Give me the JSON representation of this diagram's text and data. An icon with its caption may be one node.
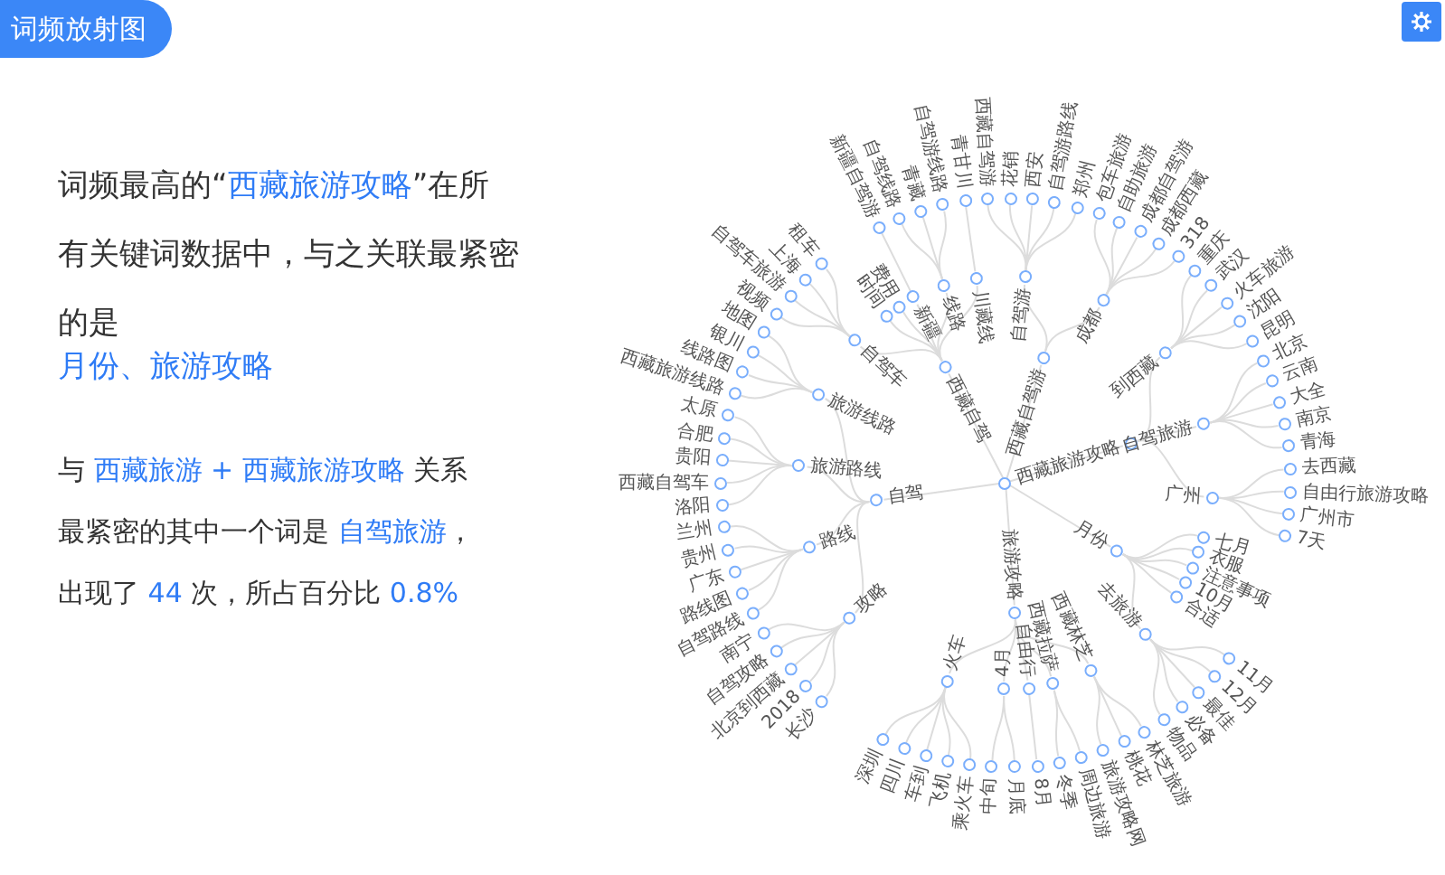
{
  "diagram": {
    "title": "词频放射图",
    "nodes": [
      {
        "text": [],
        "shape": "circle"
      },
      {
        "text": [
          "自驾"
        ]
      },
      {
        "text": [
          "攻略"
        ]
      },
      {
        "text": [
          "长沙"
        ]
      },
      {
        "text": [
          "2018"
        ]
      },
      {
        "text": [
          "北京到西藏"
        ]
      },
      {
        "text": [
          "自驾攻略"
        ]
      },
      {
        "text": [
          "南宁"
        ]
      },
      {
        "text": [
          "路线"
        ]
      },
      {
        "text": [
          "自驾路线"
        ]
      },
      {
        "text": [
          "路线图"
        ]
      },
      {
        "text": [
          "广东"
        ]
      },
      {
        "text": [
          "贵州"
        ]
      },
      {
        "text": [
          "兰州"
        ]
      },
      {
        "text": [
          "旅游路线"
        ]
      },
      {
        "text": [
          "洛阳"
        ]
      },
      {
        "text": [
          "西藏自驾车"
        ]
      },
      {
        "text": [
          "贵阳"
        ]
      },
      {
        "text": [
          "合肥"
        ]
      },
      {
        "text": [
          "太原"
        ]
      },
      {
        "text": [
          "旅游线路"
        ]
      },
      {
        "text": [
          "西藏旅游线路"
        ]
      },
      {
        "text": [
          "线路图"
        ]
      },
      {
        "text": [
          "银川"
        ]
      },
      {
        "text": [
          "地图"
        ]
      },
      {
        "text": [
          "西藏自驾"
        ]
      },
      {
        "text": [
          "自驾车"
        ]
      },
      {
        "text": [
          "视频"
        ]
      },
      {
        "text": [
          "自驾车旅游"
        ]
      },
      {
        "text": [
          "上海"
        ]
      },
      {
        "text": [
          "租车"
        ]
      },
      {
        "text": [
          "时间"
        ]
      },
      {
        "text": [
          "费用"
        ]
      },
      {
        "text": [
          "新疆"
        ]
      },
      {
        "text": [
          "新疆自驾游"
        ]
      },
      {
        "text": [
          "线路"
        ]
      },
      {
        "text": [
          "自驾线路"
        ]
      },
      {
        "text": [
          "青藏"
        ]
      },
      {
        "text": [
          "自驾游线路"
        ]
      },
      {
        "text": [
          "川藏线"
        ]
      },
      {
        "text": [
          "青甘川"
        ]
      },
      {
        "text": [
          "西藏自驾游"
        ]
      },
      {
        "text": [
          "自驾游"
        ]
      },
      {
        "text": [
          "西藏自驾游"
        ]
      },
      {
        "text": [
          "花销"
        ]
      },
      {
        "text": [
          "西安"
        ]
      },
      {
        "text": [
          "自驾游路线"
        ]
      },
      {
        "text": [
          "郑州"
        ]
      },
      {
        "text": [
          "成都"
        ]
      },
      {
        "text": [
          "包车旅游"
        ]
      },
      {
        "text": [
          "自助旅游"
        ]
      },
      {
        "text": [
          "成都自驾游"
        ]
      },
      {
        "text": [
          "成都西藏"
        ]
      },
      {
        "text": [
          "318"
        ]
      },
      {
        "text": [
          "西藏旅游攻略"
        ]
      },
      {
        "text": [
          "到西藏"
        ]
      },
      {
        "text": [
          "重庆"
        ]
      },
      {
        "text": [
          "武汉"
        ]
      },
      {
        "text": [
          "火车旅游"
        ]
      },
      {
        "text": [
          "沈阳"
        ]
      },
      {
        "text": [
          "昆明"
        ]
      },
      {
        "text": [
          "自驾旅游"
        ]
      },
      {
        "text": [
          "北京"
        ]
      },
      {
        "text": [
          "云南"
        ]
      },
      {
        "text": [
          "大全"
        ]
      },
      {
        "text": [
          "南京"
        ]
      },
      {
        "text": [
          "青海"
        ]
      },
      {
        "text": [
          "广州"
        ]
      },
      {
        "text": [
          "去西藏"
        ]
      },
      {
        "text": [
          "自由行旅游攻略"
        ]
      },
      {
        "text": [
          "广州市"
        ]
      },
      {
        "text": [
          "7天"
        ]
      },
      {
        "text": [
          "月份"
        ]
      },
      {
        "text": [
          "七月"
        ]
      },
      {
        "text": [
          "衣服"
        ]
      },
      {
        "text": [
          "注意事项"
        ]
      },
      {
        "text": [
          "10月"
        ]
      },
      {
        "text": [
          "合适"
        ]
      },
      {
        "text": [
          "去旅游"
        ]
      },
      {
        "text": [
          "11月"
        ]
      },
      {
        "text": [
          "12月"
        ]
      },
      {
        "text": [
          "最佳"
        ]
      },
      {
        "text": [
          "必备"
        ]
      },
      {
        "text": [
          "物品"
        ]
      },
      {
        "text": [
          "旅游攻略"
        ]
      },
      {
        "text": [
          "西藏林芝"
        ]
      },
      {
        "text": [
          "林芝旅游"
        ]
      },
      {
        "text": [
          "桃花"
        ]
      },
      {
        "text": [
          "旅游攻略网"
        ]
      },
      {
        "text": [
          "西藏拉萨"
        ]
      },
      {
        "text": [
          "周边旅游"
        ]
      },
      {
        "text": [
          "冬季"
        ]
      },
      {
        "text": [
          "自由行"
        ]
      },
      {
        "text": [
          "8月"
        ]
      },
      {
        "text": [
          "4月"
        ]
      },
      {
        "text": [
          "月底"
        ]
      },
      {
        "text": [
          "中旬"
        ]
      },
      {
        "text": [
          "火车"
        ]
      },
      {
        "text": [
          "乘火车"
        ]
      },
      {
        "text": [
          "飞机"
        ]
      },
      {
        "text": [
          "车到"
        ]
      },
      {
        "text": [
          "四川"
        ]
      },
      {
        "text": [
          "深圳"
        ]
      }
    ],
    "edges": [
      {
        "from": 0,
        "to": 1,
        "arrow": "none"
      },
      {
        "from": 1,
        "to": 2,
        "arrow": "none"
      },
      {
        "from": 2,
        "to": 3,
        "arrow": "none"
      },
      {
        "from": 2,
        "to": 4,
        "arrow": "none"
      },
      {
        "from": 2,
        "to": 5,
        "arrow": "none"
      },
      {
        "from": 2,
        "to": 6,
        "arrow": "none"
      },
      {
        "from": 2,
        "to": 7,
        "arrow": "none"
      },
      {
        "from": 1,
        "to": 8,
        "arrow": "none"
      },
      {
        "from": 8,
        "to": 9,
        "arrow": "none"
      },
      {
        "from": 8,
        "to": 10,
        "arrow": "none"
      },
      {
        "from": 8,
        "to": 11,
        "arrow": "none"
      },
      {
        "from": 8,
        "to": 12,
        "arrow": "none"
      },
      {
        "from": 8,
        "to": 13,
        "arrow": "none"
      },
      {
        "from": 1,
        "to": 14,
        "arrow": "none"
      },
      {
        "from": 14,
        "to": 15,
        "arrow": "none"
      },
      {
        "from": 14,
        "to": 16,
        "arrow": "none"
      },
      {
        "from": 14,
        "to": 17,
        "arrow": "none"
      },
      {
        "from": 14,
        "to": 18,
        "arrow": "none"
      },
      {
        "from": 14,
        "to": 19,
        "arrow": "none"
      },
      {
        "from": 1,
        "to": 20,
        "arrow": "none"
      },
      {
        "from": 20,
        "to": 21,
        "arrow": "none"
      },
      {
        "from": 20,
        "to": 22,
        "arrow": "none"
      },
      {
        "from": 20,
        "to": 23,
        "arrow": "none"
      },
      {
        "from": 20,
        "to": 24,
        "arrow": "none"
      },
      {
        "from": 0,
        "to": 25,
        "arrow": "none"
      },
      {
        "from": 25,
        "to": 26,
        "arrow": "none"
      },
      {
        "from": 26,
        "to": 27,
        "arrow": "none"
      },
      {
        "from": 26,
        "to": 28,
        "arrow": "none"
      },
      {
        "from": 26,
        "to": 29,
        "arrow": "none"
      },
      {
        "from": 26,
        "to": 30,
        "arrow": "none"
      },
      {
        "from": 25,
        "to": 31,
        "arrow": "none"
      },
      {
        "from": 25,
        "to": 32,
        "arrow": "none"
      },
      {
        "from": 25,
        "to": 33,
        "arrow": "none"
      },
      {
        "from": 33,
        "to": 34,
        "arrow": "none"
      },
      {
        "from": 25,
        "to": 35,
        "arrow": "none"
      },
      {
        "from": 35,
        "to": 36,
        "arrow": "none"
      },
      {
        "from": 35,
        "to": 37,
        "arrow": "none"
      },
      {
        "from": 35,
        "to": 38,
        "arrow": "none"
      },
      {
        "from": 25,
        "to": 39,
        "arrow": "none"
      },
      {
        "from": 39,
        "to": 40,
        "arrow": "none"
      },
      {
        "from": 0,
        "to": 41,
        "arrow": "none"
      },
      {
        "from": 41,
        "to": 42,
        "arrow": "none"
      },
      {
        "from": 42,
        "to": 43,
        "arrow": "none"
      },
      {
        "from": 42,
        "to": 44,
        "arrow": "none"
      },
      {
        "from": 42,
        "to": 45,
        "arrow": "none"
      },
      {
        "from": 42,
        "to": 46,
        "arrow": "none"
      },
      {
        "from": 42,
        "to": 47,
        "arrow": "none"
      },
      {
        "from": 41,
        "to": 48,
        "arrow": "none"
      },
      {
        "from": 48,
        "to": 49,
        "arrow": "none"
      },
      {
        "from": 48,
        "to": 50,
        "arrow": "none"
      },
      {
        "from": 48,
        "to": 51,
        "arrow": "none"
      },
      {
        "from": 48,
        "to": 52,
        "arrow": "none"
      },
      {
        "from": 48,
        "to": 53,
        "arrow": "none"
      },
      {
        "from": 0,
        "to": 54,
        "arrow": "none"
      },
      {
        "from": 54,
        "to": 55,
        "arrow": "none"
      },
      {
        "from": 55,
        "to": 56,
        "arrow": "none"
      },
      {
        "from": 55,
        "to": 57,
        "arrow": "none"
      },
      {
        "from": 55,
        "to": 58,
        "arrow": "none"
      },
      {
        "from": 55,
        "to": 59,
        "arrow": "none"
      },
      {
        "from": 55,
        "to": 60,
        "arrow": "none"
      },
      {
        "from": 54,
        "to": 61,
        "arrow": "none"
      },
      {
        "from": 61,
        "to": 62,
        "arrow": "none"
      },
      {
        "from": 61,
        "to": 63,
        "arrow": "none"
      },
      {
        "from": 61,
        "to": 64,
        "arrow": "none"
      },
      {
        "from": 61,
        "to": 65,
        "arrow": "none"
      },
      {
        "from": 61,
        "to": 66,
        "arrow": "none"
      },
      {
        "from": 54,
        "to": 67,
        "arrow": "none"
      },
      {
        "from": 67,
        "to": 68,
        "arrow": "none"
      },
      {
        "from": 67,
        "to": 69,
        "arrow": "none"
      },
      {
        "from": 67,
        "to": 70,
        "arrow": "none"
      },
      {
        "from": 67,
        "to": 71,
        "arrow": "none"
      },
      {
        "from": 0,
        "to": 72,
        "arrow": "none"
      },
      {
        "from": 72,
        "to": 73,
        "arrow": "none"
      },
      {
        "from": 72,
        "to": 74,
        "arrow": "none"
      },
      {
        "from": 72,
        "to": 75,
        "arrow": "none"
      },
      {
        "from": 72,
        "to": 76,
        "arrow": "none"
      },
      {
        "from": 72,
        "to": 77,
        "arrow": "none"
      },
      {
        "from": 72,
        "to": 78,
        "arrow": "none"
      },
      {
        "from": 78,
        "to": 79,
        "arrow": "none"
      },
      {
        "from": 78,
        "to": 80,
        "arrow": "none"
      },
      {
        "from": 78,
        "to": 81,
        "arrow": "none"
      },
      {
        "from": 78,
        "to": 82,
        "arrow": "none"
      },
      {
        "from": 78,
        "to": 83,
        "arrow": "none"
      },
      {
        "from": 0,
        "to": 84,
        "arrow": "none"
      },
      {
        "from": 84,
        "to": 85,
        "arrow": "none"
      },
      {
        "from": 85,
        "to": 86,
        "arrow": "none"
      },
      {
        "from": 85,
        "to": 87,
        "arrow": "none"
      },
      {
        "from": 85,
        "to": 88,
        "arrow": "none"
      },
      {
        "from": 84,
        "to": 89,
        "arrow": "none"
      },
      {
        "from": 89,
        "to": 90,
        "arrow": "none"
      },
      {
        "from": 89,
        "to": 91,
        "arrow": "none"
      },
      {
        "from": 84,
        "to": 92,
        "arrow": "none"
      },
      {
        "from": 92,
        "to": 93,
        "arrow": "none"
      },
      {
        "from": 84,
        "to": 94,
        "arrow": "none"
      },
      {
        "from": 94,
        "to": 95,
        "arrow": "none"
      },
      {
        "from": 94,
        "to": 96,
        "arrow": "none"
      },
      {
        "from": 84,
        "to": 97,
        "arrow": "none"
      },
      {
        "from": 97,
        "to": 98,
        "arrow": "none"
      },
      {
        "from": 97,
        "to": 99,
        "arrow": "none"
      },
      {
        "from": 97,
        "to": 100,
        "arrow": "none"
      },
      {
        "from": 97,
        "to": 101,
        "arrow": "none"
      },
      {
        "from": 97,
        "to": 102,
        "arrow": "none"
      }
    ],
    "labels": [
      "词频最高的“**西藏旅游攻略**”在所有关键词数据中，与之关联最紧密的是",
      "月份、旅游攻略",
      "与 **西藏旅游 + 西藏旅游攻略** 关系最紧密的其中一个词是 **自驾旅游**，出现了 **44** 次，所占百分比 **0.8%**"
    ]
  }
}
